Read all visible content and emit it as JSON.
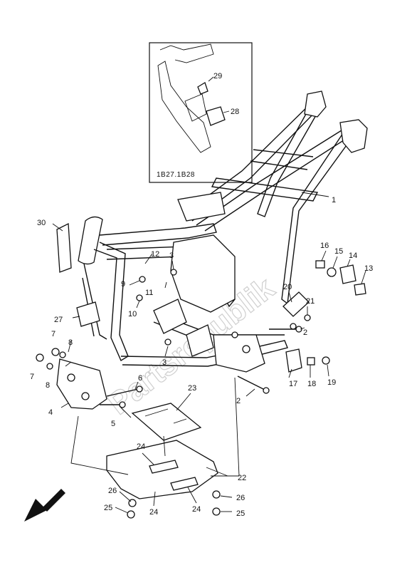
{
  "inset": {
    "code": "1B27.1B28"
  },
  "watermark": "Partsrepublik",
  "callouts": {
    "c1": "1",
    "c2a": "2",
    "c2b": "2",
    "c3a": "3",
    "c3b": "3",
    "c4": "4",
    "c5": "5",
    "c6": "6",
    "c7a": "7",
    "c7b": "7",
    "c8a": "8",
    "c8b": "8",
    "c9": "9",
    "c10": "10",
    "c11": "11",
    "c12": "12",
    "c13": "13",
    "c14": "14",
    "c15": "15",
    "c16": "16",
    "c17": "17",
    "c18": "18",
    "c19": "19",
    "c20": "20",
    "c21": "21",
    "c22": "22",
    "c23": "23",
    "c24a": "24",
    "c24b": "24",
    "c24c": "24",
    "c25a": "25",
    "c25b": "25",
    "c26a": "26",
    "c26b": "26",
    "c27": "27",
    "c28": "28",
    "c29": "29",
    "c30": "30"
  },
  "colors": {
    "line": "#111111",
    "background": "#ffffff",
    "watermark": "#cfcfcf"
  },
  "icons": {
    "front_arrow": "arrow-down-left-icon"
  }
}
